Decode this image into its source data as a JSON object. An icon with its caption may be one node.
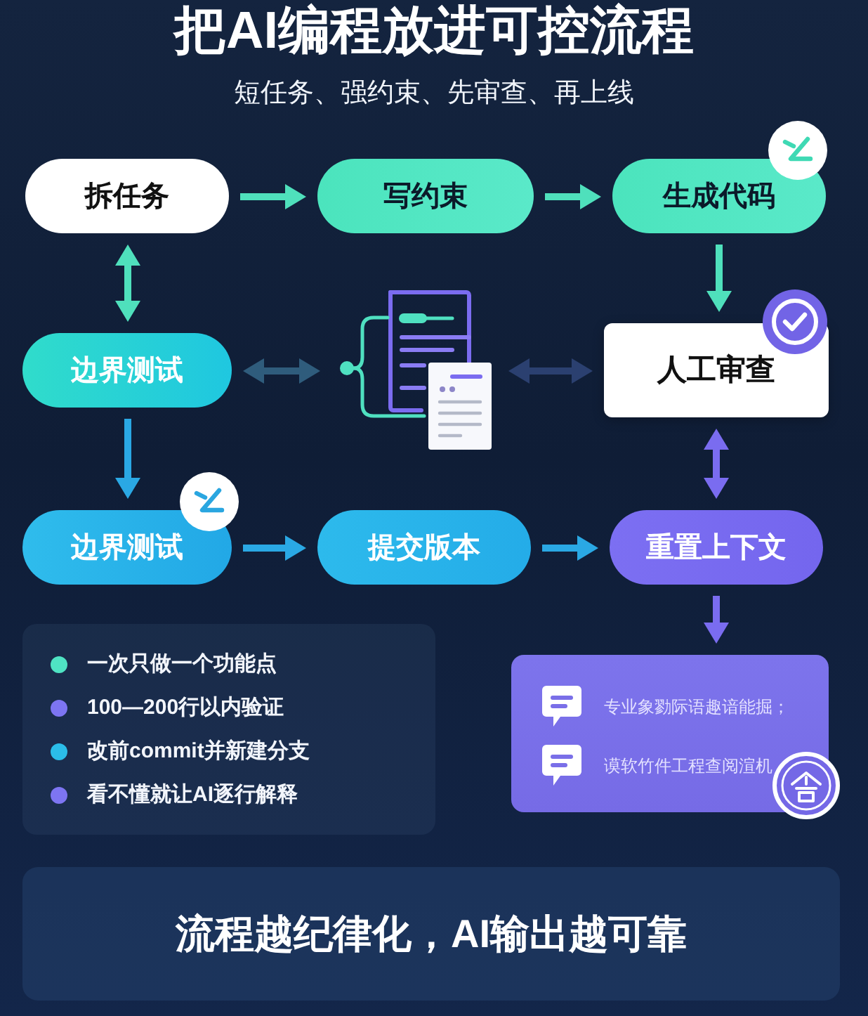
{
  "diagram": {
    "title": "把AI编程放进可控流程",
    "nodes": [
      {
        "text": [
          "拆任务"
        ]
      },
      {
        "text": [
          "写约束"
        ]
      },
      {
        "text": [
          "生成代码"
        ]
      },
      {
        "text": [
          "边界测试"
        ]
      },
      {
        "text": [],
        "shape": "picture"
      },
      {
        "text": [
          "人工审查"
        ]
      },
      {
        "text": [
          "边界测试"
        ]
      },
      {
        "text": [
          "提交版本"
        ]
      },
      {
        "text": [
          "重置上下文"
        ]
      },
      {
        "text": [
          "一次只做一个功能点",
          "100—200行以内验证",
          "改前commit并新建分支",
          "看不懂就让AI逐行解释"
        ]
      },
      {
        "text": [
          "专业象勠际语趣谙能掘；",
          "谟软竹件工程查阅渲机"
        ]
      },
      {
        "text": [
          "流程越纪律化，AI输出越可靠"
        ]
      }
    ],
    "edges": [
      {
        "from": 0,
        "to": 1,
        "arrow": "to"
      },
      {
        "from": 1,
        "to": 2,
        "arrow": "to"
      },
      {
        "from": 0,
        "to": 3,
        "arrow": "both"
      },
      {
        "from": 2,
        "to": 5,
        "arrow": "to"
      },
      {
        "from": 3,
        "to": 4,
        "arrow": "both",
        "color": "#2f5c7c"
      },
      {
        "from": 4,
        "to": 5,
        "arrow": "both",
        "color": "#2b4070"
      },
      {
        "from": 3,
        "to": 6,
        "arrow": "to",
        "color": "#2aa8e4"
      },
      {
        "from": 6,
        "to": 7,
        "arrow": "to",
        "color": "#2aa8e4"
      },
      {
        "from": 7,
        "to": 8,
        "arrow": "to",
        "color": "#2aa8e4"
      },
      {
        "from": 5,
        "to": 8,
        "arrow": "both",
        "color": "#7a6cf0"
      },
      {
        "from": 8,
        "to": 10,
        "arrow": "to",
        "color": "#7a6cf0"
      }
    ],
    "labels": [
      "短任务、强约束、先审查、再上线"
    ]
  }
}
